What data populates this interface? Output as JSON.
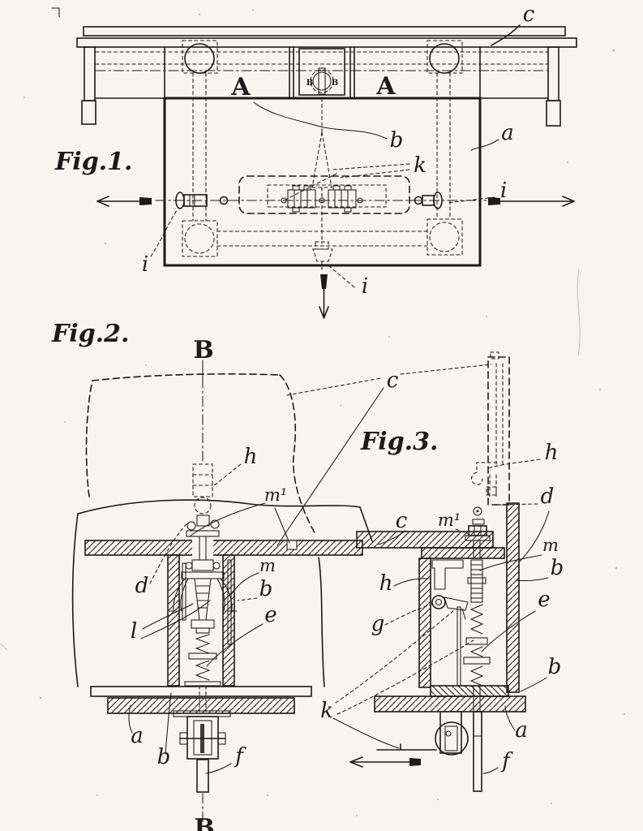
{
  "palette": {
    "paper": "#f7f5f1",
    "ink": "#1b1b1b"
  },
  "fig1": {
    "caption": "Fig.1.",
    "labels": {
      "c": "c",
      "A_left": "A",
      "A_right": "A",
      "b": "b",
      "a": "a",
      "k": "k",
      "i_left": "i",
      "i_right": "i",
      "i_bottom": "i",
      "hub_left": "B",
      "hub_right": "B"
    }
  },
  "fig2": {
    "caption": "Fig.2.",
    "labels": {
      "B_top": "B",
      "h": "h",
      "m1": "m¹",
      "c": "c",
      "d": "d",
      "m": "m",
      "b": "b",
      "e": "e",
      "l": "l",
      "a": "a",
      "b2": "b",
      "f": "f",
      "B_bottom": "B"
    }
  },
  "fig3": {
    "caption": "Fig.3.",
    "labels": {
      "h_top": "h",
      "d": "d",
      "m1": "m¹",
      "c": "c",
      "m": "m",
      "b_upper": "b",
      "e": "e",
      "h_left": "h",
      "g": "g",
      "k": "k",
      "b_lower": "b",
      "a": "a",
      "f": "f"
    }
  }
}
